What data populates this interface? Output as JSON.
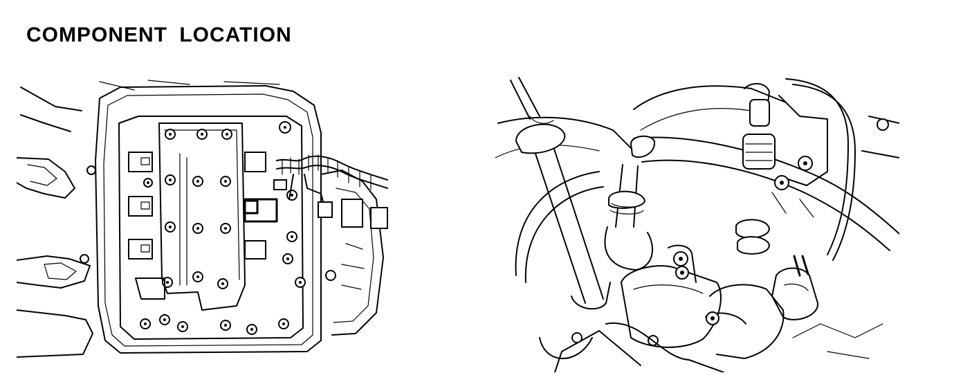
{
  "page": {
    "title": "COMPONENT LOCATION"
  },
  "illustrations": [
    {
      "name": "valve-body-view",
      "icon": "transmission-valve-body-illustration"
    },
    {
      "name": "solenoid-harness-view",
      "icon": "solenoid-connector-illustration"
    }
  ],
  "colors": {
    "ink": "#000000",
    "paper": "#ffffff"
  }
}
